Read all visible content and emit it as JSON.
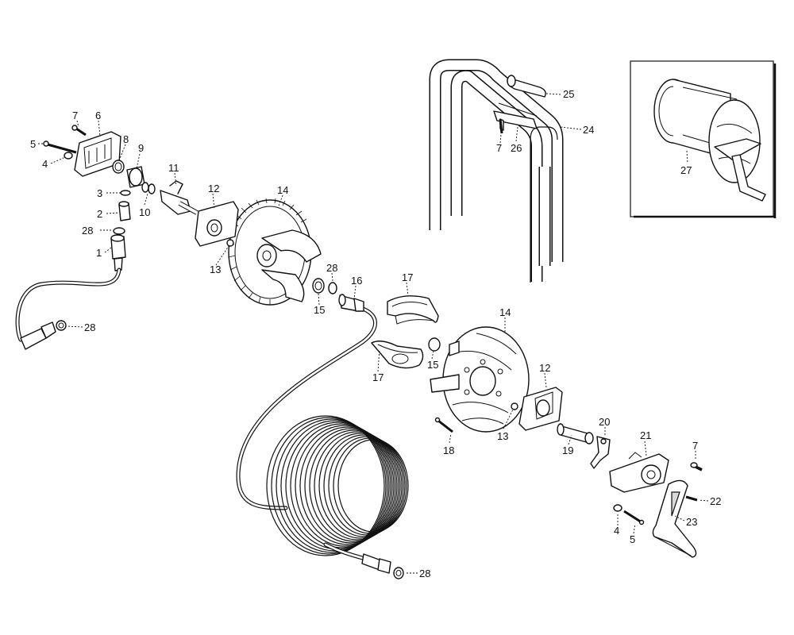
{
  "diagram": {
    "type": "exploded parts view",
    "parts": [
      {
        "label": "1"
      },
      {
        "label": "2"
      },
      {
        "label": "3"
      },
      {
        "label": "4"
      },
      {
        "label": "5"
      },
      {
        "label": "6"
      },
      {
        "label": "7"
      },
      {
        "label": "8"
      },
      {
        "label": "9"
      },
      {
        "label": "10"
      },
      {
        "label": "11"
      },
      {
        "label": "12"
      },
      {
        "label": "13"
      },
      {
        "label": "14"
      },
      {
        "label": "15"
      },
      {
        "label": "16"
      },
      {
        "label": "17"
      },
      {
        "label": "18"
      },
      {
        "label": "19"
      },
      {
        "label": "20"
      },
      {
        "label": "21"
      },
      {
        "label": "22"
      },
      {
        "label": "23"
      },
      {
        "label": "24"
      },
      {
        "label": "25"
      },
      {
        "label": "26"
      },
      {
        "label": "27"
      },
      {
        "label": "28"
      }
    ]
  }
}
